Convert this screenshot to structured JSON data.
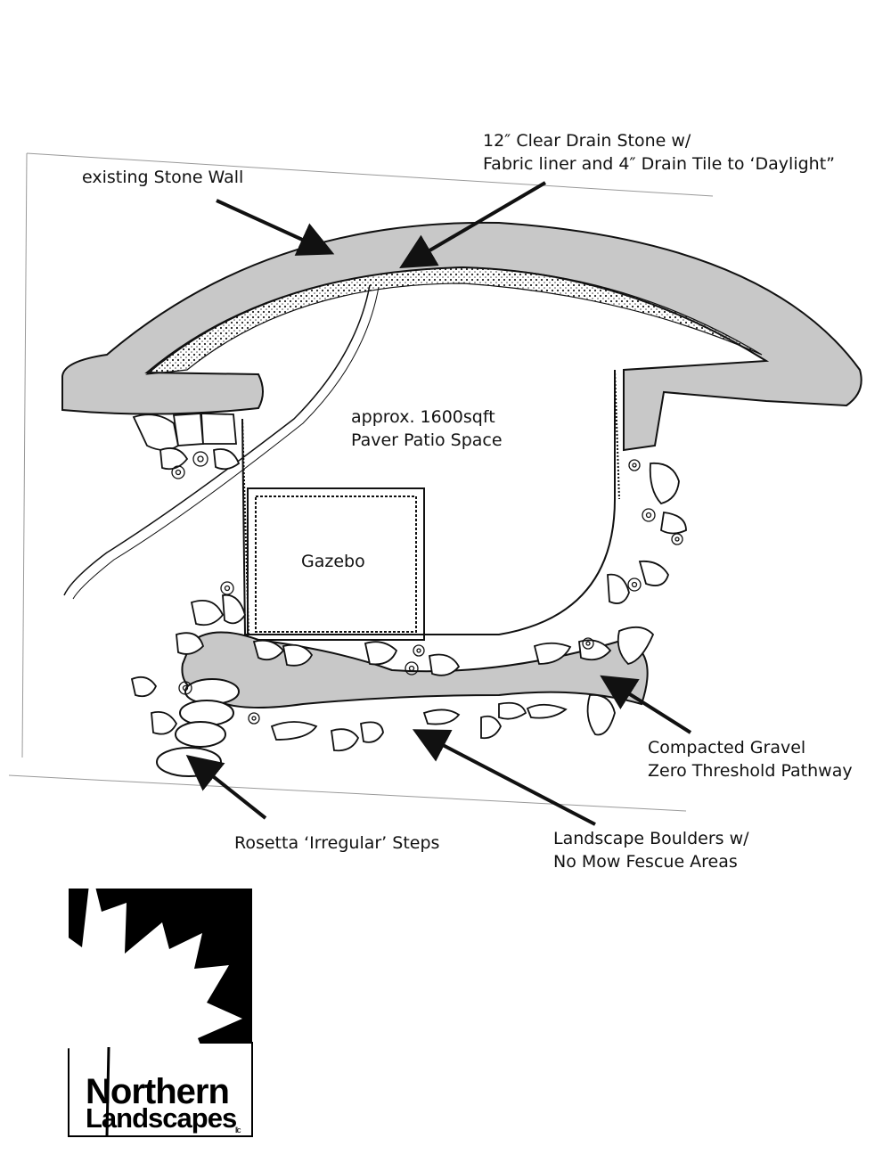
{
  "labels": {
    "stone_wall": "existing Stone Wall",
    "drain_stone_line1": "12″ Clear Drain Stone w/",
    "drain_stone_line2": "Fabric liner and 4″ Drain Tile to ‘Daylight”",
    "patio_line1": "approx. 1600sqft",
    "patio_line2": "Paver Patio Space",
    "gazebo": "Gazebo",
    "gravel_line1": "Compacted Gravel",
    "gravel_line2": "Zero Threshold Pathway",
    "steps": "Rosetta ‘Irregular’ Steps",
    "boulders_line1": "Landscape Boulders w/",
    "boulders_line2": "No Mow Fescue Areas"
  },
  "logo": {
    "line1": "Northern",
    "line2": "Landscapes",
    "suffix": "llc"
  },
  "colors": {
    "fill_gray": "#c8c8c8",
    "ink": "#111111",
    "logo_black": "#000000"
  },
  "icons": [
    "maple-leaf-icon",
    "arrow-icon",
    "flower-icon",
    "boulder-icon"
  ]
}
